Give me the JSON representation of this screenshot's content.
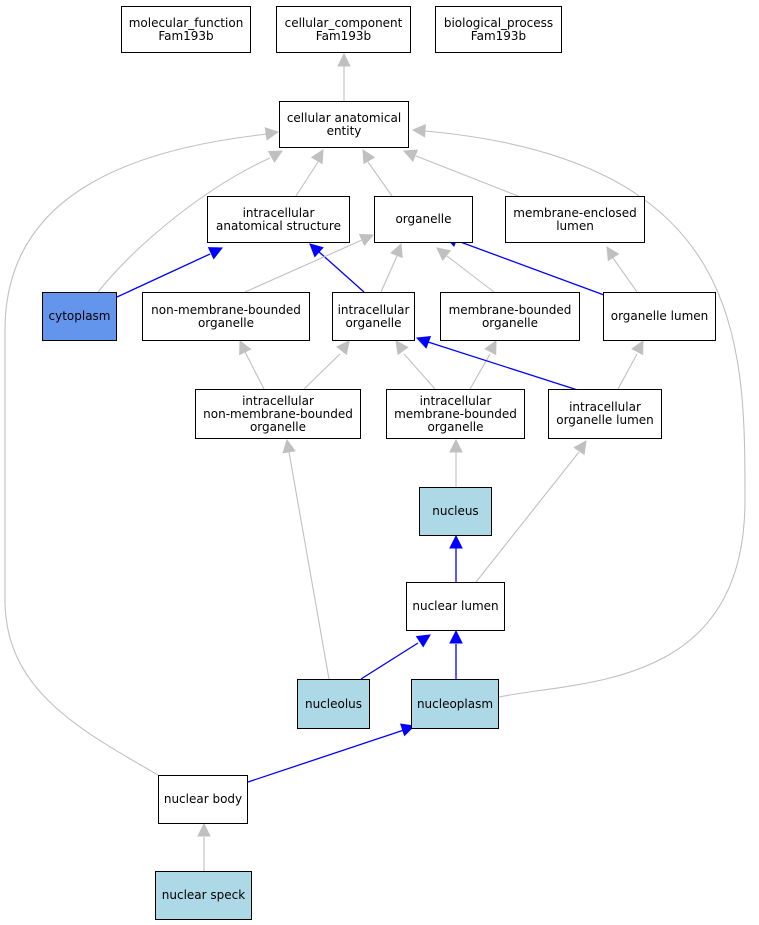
{
  "colors": {
    "grey_edge": "#c0c0c0",
    "blue_edge": "#0000ff",
    "light_fill": "#add8e6",
    "strong_fill": "#6495ed"
  },
  "nodes": {
    "mf": {
      "label": "molecular_function\nFam193b"
    },
    "cc": {
      "label": "cellular_component\nFam193b"
    },
    "bp": {
      "label": "biological_process\nFam193b"
    },
    "cae": {
      "label": "cellular anatomical\nentity"
    },
    "ias": {
      "label": "intracellular\nanatomical structure"
    },
    "org": {
      "label": "organelle"
    },
    "mel": {
      "label": "membrane-enclosed\nlumen"
    },
    "cyt": {
      "label": "cytoplasm"
    },
    "nmbo": {
      "label": "non-membrane-bounded\norganelle"
    },
    "io": {
      "label": "intracellular\norganelle"
    },
    "mbo": {
      "label": "membrane-bounded\norganelle"
    },
    "ol": {
      "label": "organelle lumen"
    },
    "inmbo": {
      "label": "intracellular\nnon-membrane-bounded\norganelle"
    },
    "imbo": {
      "label": "intracellular\nmembrane-bounded\norganelle"
    },
    "iol": {
      "label": "intracellular\norganelle lumen"
    },
    "nuc": {
      "label": "nucleus"
    },
    "nl": {
      "label": "nuclear lumen"
    },
    "nucleolus": {
      "label": "nucleolus"
    },
    "np": {
      "label": "nucleoplasm"
    },
    "nb": {
      "label": "nuclear body"
    },
    "ns": {
      "label": "nuclear speck"
    }
  }
}
